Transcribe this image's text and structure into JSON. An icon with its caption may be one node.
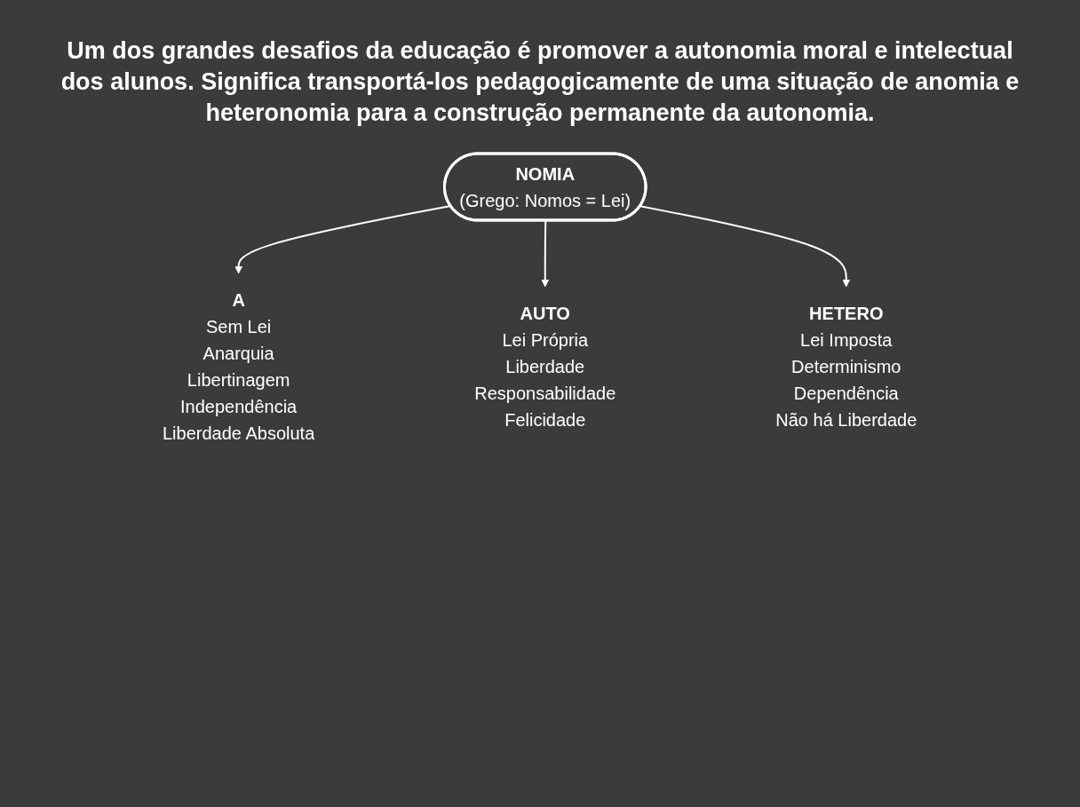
{
  "diagram": {
    "title": "Um dos grandes desafios da educação é promover a autonomia moral e intelectual dos alunos. Significa transportá-los pedagogicamente de uma situação de anomia e heteronomia para a construção permanente da autonomia.",
    "nodes": [
      {
        "text": [
          "NOMIA",
          "(Grego: Nomos = Lei)"
        ]
      },
      {
        "text": [
          "A",
          "Sem Lei",
          "Anarquia",
          "Libertinagem",
          "Independência",
          "Liberdade Absoluta"
        ]
      },
      {
        "text": [
          "AUTO",
          "Lei Própria",
          "Liberdade",
          "Responsabilidade",
          "Felicidade"
        ]
      },
      {
        "text": [
          "HETERO",
          "Lei Imposta",
          "Determinismo",
          "Dependência",
          "Não há Liberdade"
        ]
      }
    ],
    "edges": [
      {
        "from": 0,
        "to": 1,
        "arrow": "to"
      },
      {
        "from": 0,
        "to": 2,
        "arrow": "to"
      },
      {
        "from": 0,
        "to": 3,
        "arrow": "to"
      }
    ]
  }
}
